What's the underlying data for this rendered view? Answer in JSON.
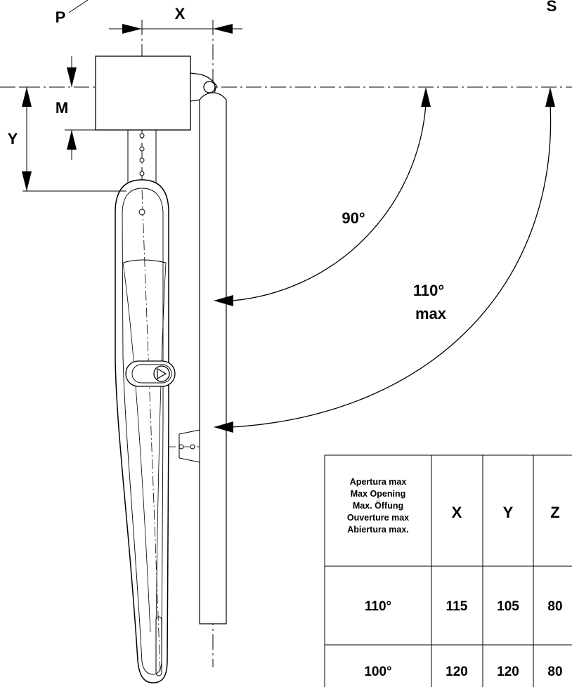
{
  "labels": {
    "p": "P",
    "s": "S",
    "x": "X",
    "y": "Y",
    "m": "M",
    "angle_90": "90°",
    "angle_110": "110°",
    "angle_110_max": "max"
  },
  "table": {
    "header_lines": [
      "Apertura max",
      "Max Opening",
      "Max. Öffung",
      "Ouverture max",
      "Abiertura max."
    ],
    "columns": [
      "X",
      "Y",
      "Z"
    ],
    "rows": [
      {
        "opening": "110°",
        "x": "115",
        "y": "105",
        "z": "80"
      },
      {
        "opening": "100°",
        "x": "120",
        "y": "120",
        "z": "80"
      }
    ]
  }
}
